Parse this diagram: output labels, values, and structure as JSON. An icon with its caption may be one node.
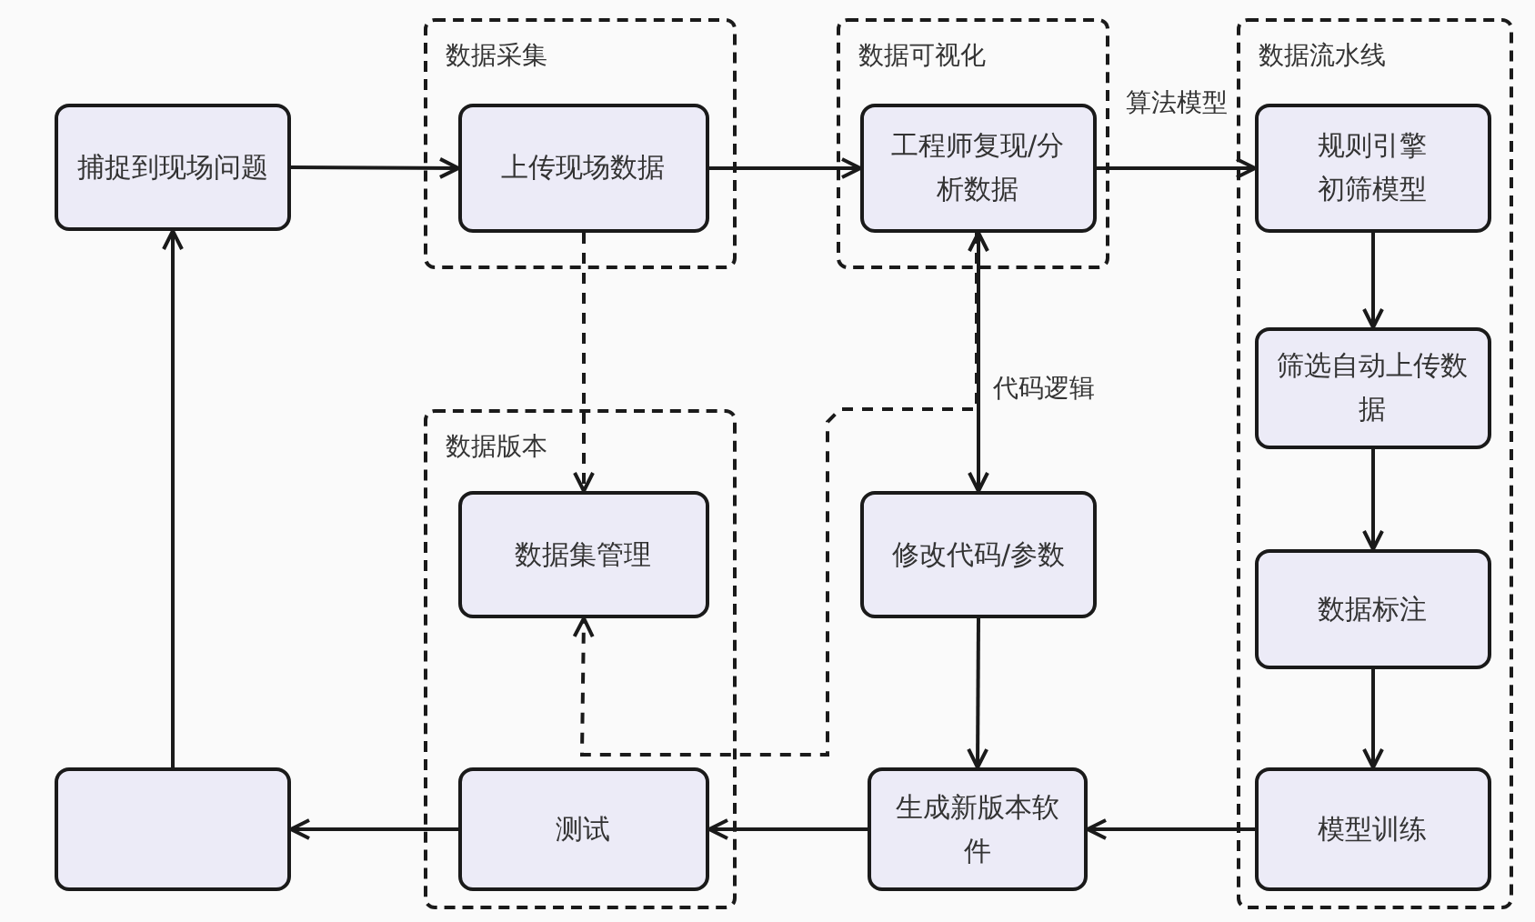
{
  "diagram": {
    "nodes": [
      {
        "text": [
          "捕捉到现场问题"
        ]
      },
      {
        "text": [
          "数据采集"
        ]
      },
      {
        "text": [
          "上传现场数据"
        ],
        "in": 1
      },
      {
        "text": [
          "数据可视化"
        ]
      },
      {
        "text": [
          "工程师复现/分析数据"
        ],
        "in": 3
      },
      {
        "text": [
          "数据流水线"
        ]
      },
      {
        "text": [
          "规则引擎初筛模型"
        ],
        "in": 5
      },
      {
        "text": [
          "筛选自动上传数据"
        ],
        "in": 5
      },
      {
        "text": [
          "数据标注"
        ],
        "in": 5
      },
      {
        "text": [
          "模型训练"
        ],
        "in": 5
      },
      {
        "text": [
          "数据版本"
        ]
      },
      {
        "text": [
          "数据集管理"
        ],
        "in": 10
      },
      {
        "text": [
          "修改代码/参数"
        ]
      },
      {
        "text": [],
        "shape": "box"
      },
      {
        "text": [
          "测试"
        ],
        "in": 10
      },
      {
        "text": [
          "生成新版本软件"
        ]
      }
    ],
    "edges": [
      {
        "from": 0,
        "to": 2,
        "arrow": "to"
      },
      {
        "from": 2,
        "to": 4,
        "arrow": "to"
      },
      {
        "from": 4,
        "to": 6,
        "arrow": "to",
        "label": "算法模型"
      },
      {
        "from": 6,
        "to": 7,
        "arrow": "to"
      },
      {
        "from": 7,
        "to": 8,
        "arrow": "to"
      },
      {
        "from": 8,
        "to": 9,
        "arrow": "to"
      },
      {
        "from": 9,
        "to": 15,
        "arrow": "to"
      },
      {
        "from": 12,
        "to": 15,
        "arrow": "to"
      },
      {
        "from": 15,
        "to": 14,
        "arrow": "to"
      },
      {
        "from": 14,
        "to": 13,
        "arrow": "to"
      },
      {
        "from": 13,
        "to": 0,
        "arrow": "to"
      },
      {
        "from": 2,
        "to": 11,
        "arrow": "to",
        "style": "dashed"
      },
      {
        "from": 4,
        "to": 12,
        "arrow": "both",
        "label": "代码逻辑"
      },
      {
        "from": 4,
        "to": 11,
        "arrow": "to",
        "style": "dashed"
      }
    ]
  }
}
